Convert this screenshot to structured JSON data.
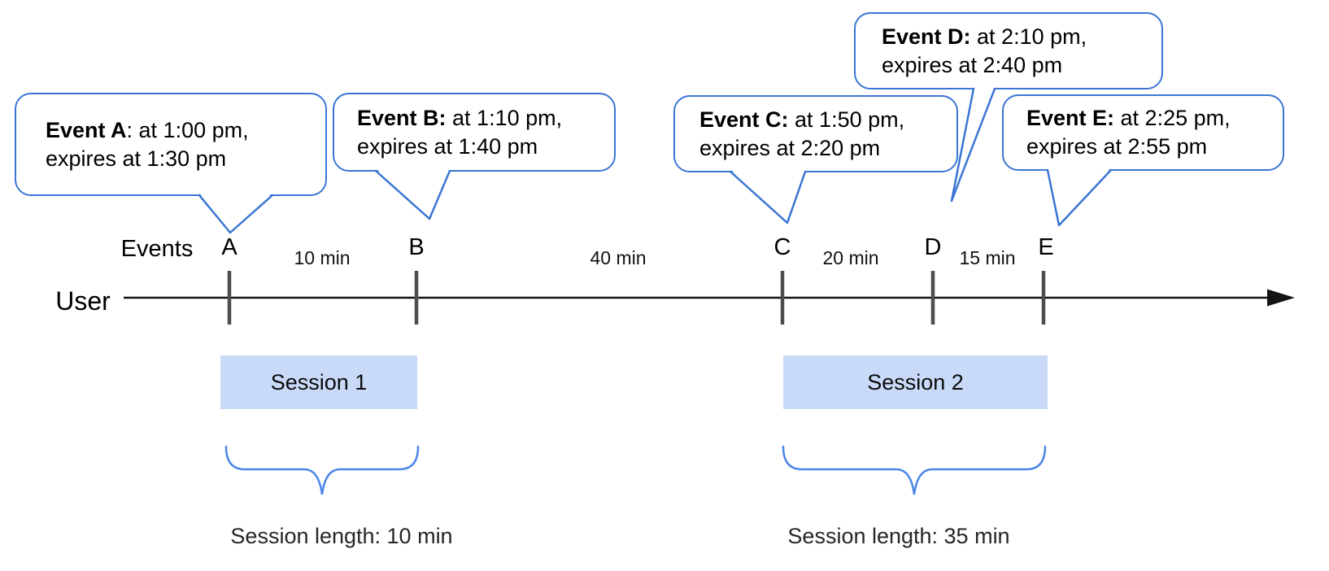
{
  "palette": {
    "bubble_border": "#3B76D4",
    "brace": "#4A86E8",
    "session_fill": "#C9DAF8",
    "tick": "#4D4D4D",
    "axis": "#141414"
  },
  "bubbles": [
    {
      "event": "A",
      "bold": "Event A",
      "rest": ": at 1:00 pm,",
      "line2": "expires at 1:30 pm"
    },
    {
      "event": "B",
      "bold": "Event B:",
      "rest": " at 1:10 pm,",
      "line2": "expires at 1:40 pm"
    },
    {
      "event": "C",
      "bold": "Event C:",
      "rest": " at 1:50 pm,",
      "line2": "expires at 2:20 pm"
    },
    {
      "event": "D",
      "bold": "Event D:",
      "rest": " at 2:10 pm,",
      "line2": "expires at 2:40 pm"
    },
    {
      "event": "E",
      "bold": "Event E:",
      "rest": " at 2:25 pm,",
      "line2": "expires at 2:55 pm"
    }
  ],
  "timeline": {
    "events_label": "Events",
    "user_label": "User",
    "ticks": [
      "A",
      "B",
      "C",
      "D",
      "E"
    ],
    "intervals": [
      "10 min",
      "40 min",
      "20 min",
      "15 min"
    ]
  },
  "sessions": [
    {
      "label": "Session 1",
      "length_label": "Session length: 10 min"
    },
    {
      "label": "Session 2",
      "length_label": "Session length: 35 min"
    }
  ]
}
